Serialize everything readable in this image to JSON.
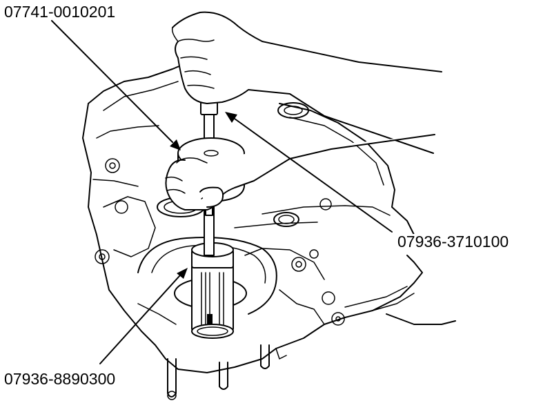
{
  "callouts": {
    "tool_top": "07741-0010201",
    "tool_right": "07936-3710100",
    "tool_bottom": "07936-8890300"
  },
  "colors": {
    "ink": "#000000",
    "paper": "#ffffff"
  }
}
